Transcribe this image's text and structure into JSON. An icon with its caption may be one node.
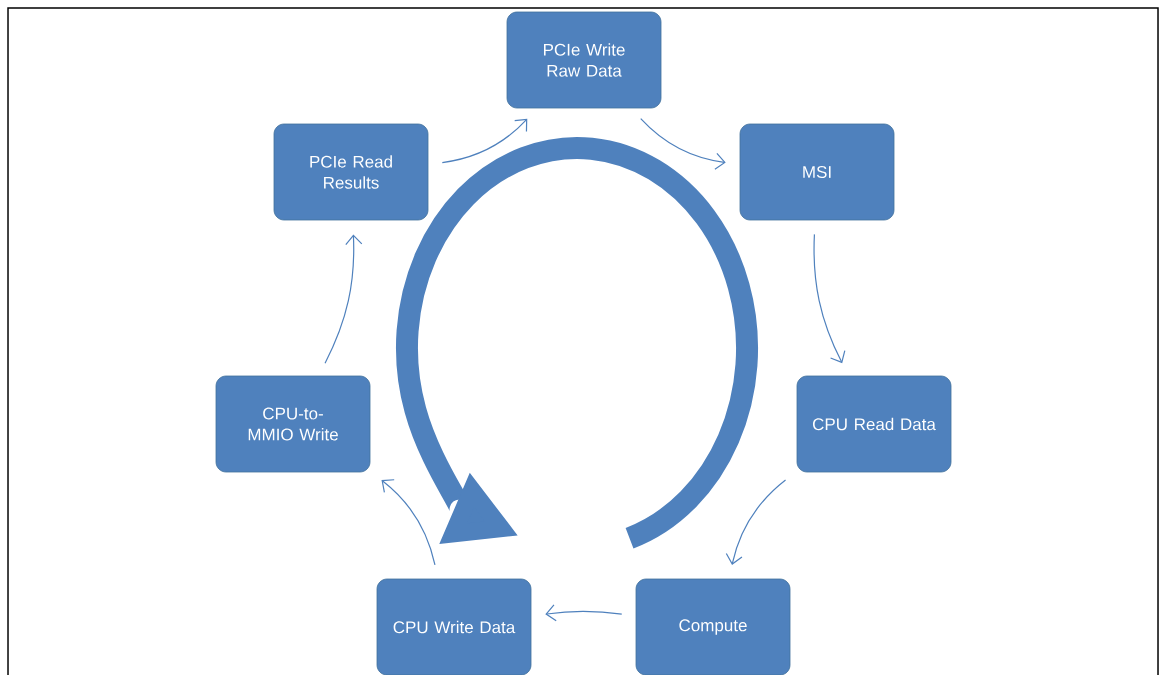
{
  "diagram": {
    "nodes": [
      {
        "text": [
          "PCIe Write Raw Data"
        ]
      },
      {
        "text": [
          "MSI"
        ]
      },
      {
        "text": [
          "CPU Read Data"
        ]
      },
      {
        "text": [
          "Compute"
        ]
      },
      {
        "text": [
          "CPU Write Data"
        ]
      },
      {
        "text": [
          "CPU-to-MMIO Write"
        ]
      },
      {
        "text": [
          "PCIe Read Results"
        ]
      }
    ],
    "edges": [
      {
        "from": 0,
        "to": 1,
        "arrow": "to"
      },
      {
        "from": 1,
        "to": 2,
        "arrow": "to"
      },
      {
        "from": 2,
        "to": 3,
        "arrow": "to"
      },
      {
        "from": 3,
        "to": 4,
        "arrow": "to"
      },
      {
        "from": 4,
        "to": 5,
        "arrow": "to"
      },
      {
        "from": 5,
        "to": 6,
        "arrow": "to"
      },
      {
        "from": 6,
        "to": 0,
        "arrow": "to"
      }
    ]
  }
}
